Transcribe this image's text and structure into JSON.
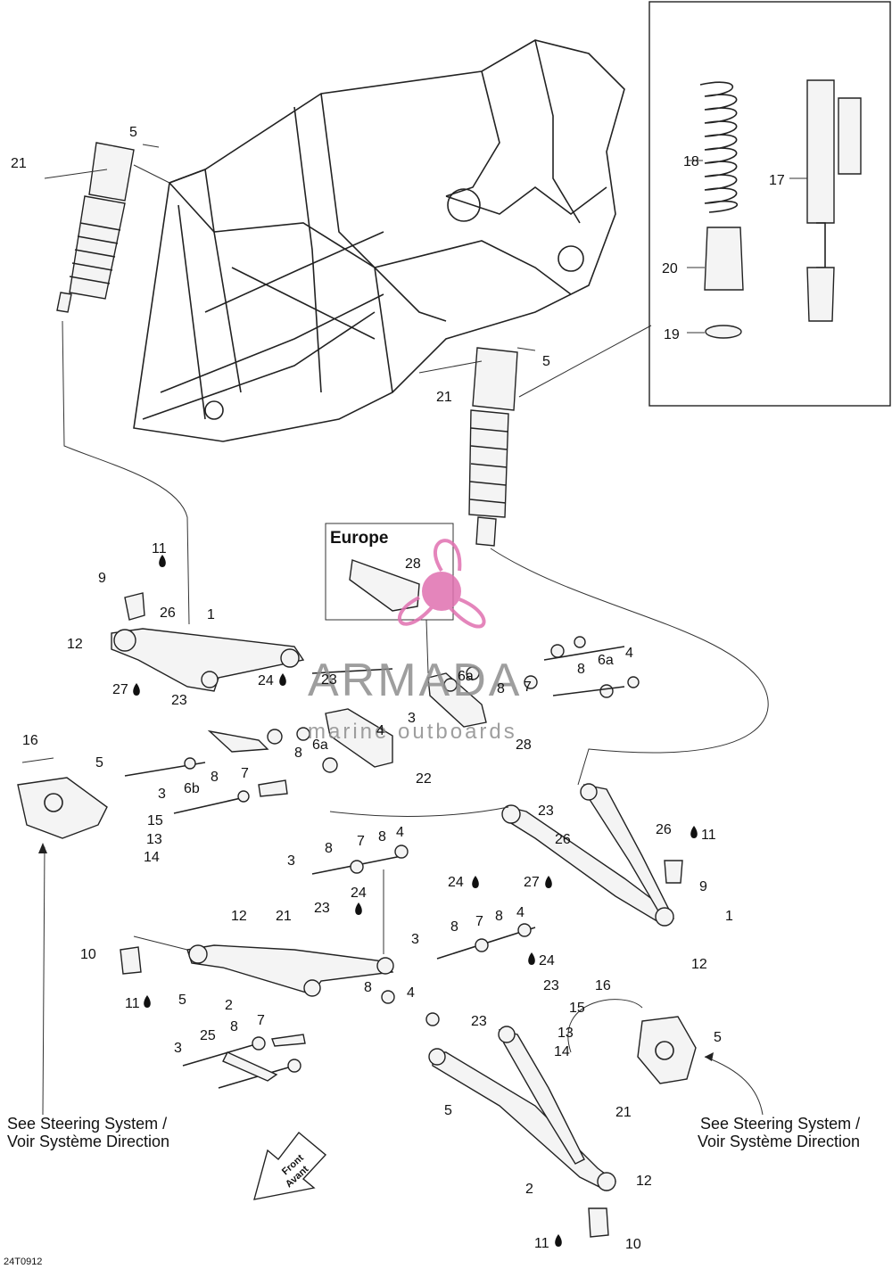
{
  "diagram_code": "24T0912",
  "inset_title": "Europe",
  "watermark": {
    "brand": "ARMADA",
    "tagline": "marine outboards"
  },
  "notes": {
    "steering_left": [
      "See Steering System /",
      "Voir Système Direction"
    ],
    "steering_right": [
      "See Steering System /",
      "Voir Système Direction"
    ],
    "front": [
      "Front",
      "Avant"
    ]
  },
  "callouts": [
    "21",
    "5",
    "18",
    "17",
    "20",
    "19",
    "5",
    "21",
    "28",
    "11",
    "9",
    "26",
    "1",
    "12",
    "27",
    "23",
    "23",
    "24",
    "4",
    "6a",
    "8",
    "8",
    "6a",
    "7",
    "3",
    "28",
    "4",
    "8",
    "6a",
    "22",
    "16",
    "5",
    "8",
    "7",
    "3",
    "6b",
    "15",
    "13",
    "14",
    "23",
    "26",
    "26",
    "11",
    "24",
    "27",
    "9",
    "1",
    "8",
    "7",
    "8",
    "4",
    "3",
    "24",
    "12",
    "21",
    "23",
    "10",
    "11",
    "5",
    "2",
    "8",
    "7",
    "8",
    "4",
    "3",
    "24",
    "23",
    "8",
    "4",
    "23",
    "16",
    "5",
    "15",
    "13",
    "14",
    "3",
    "25",
    "8",
    "7",
    "21",
    "5",
    "12",
    "2",
    "11",
    "10",
    "12"
  ],
  "colors": {
    "line": "#222222",
    "watermark_pink": "#e070b0",
    "watermark_gray": "#8e8e8e"
  }
}
